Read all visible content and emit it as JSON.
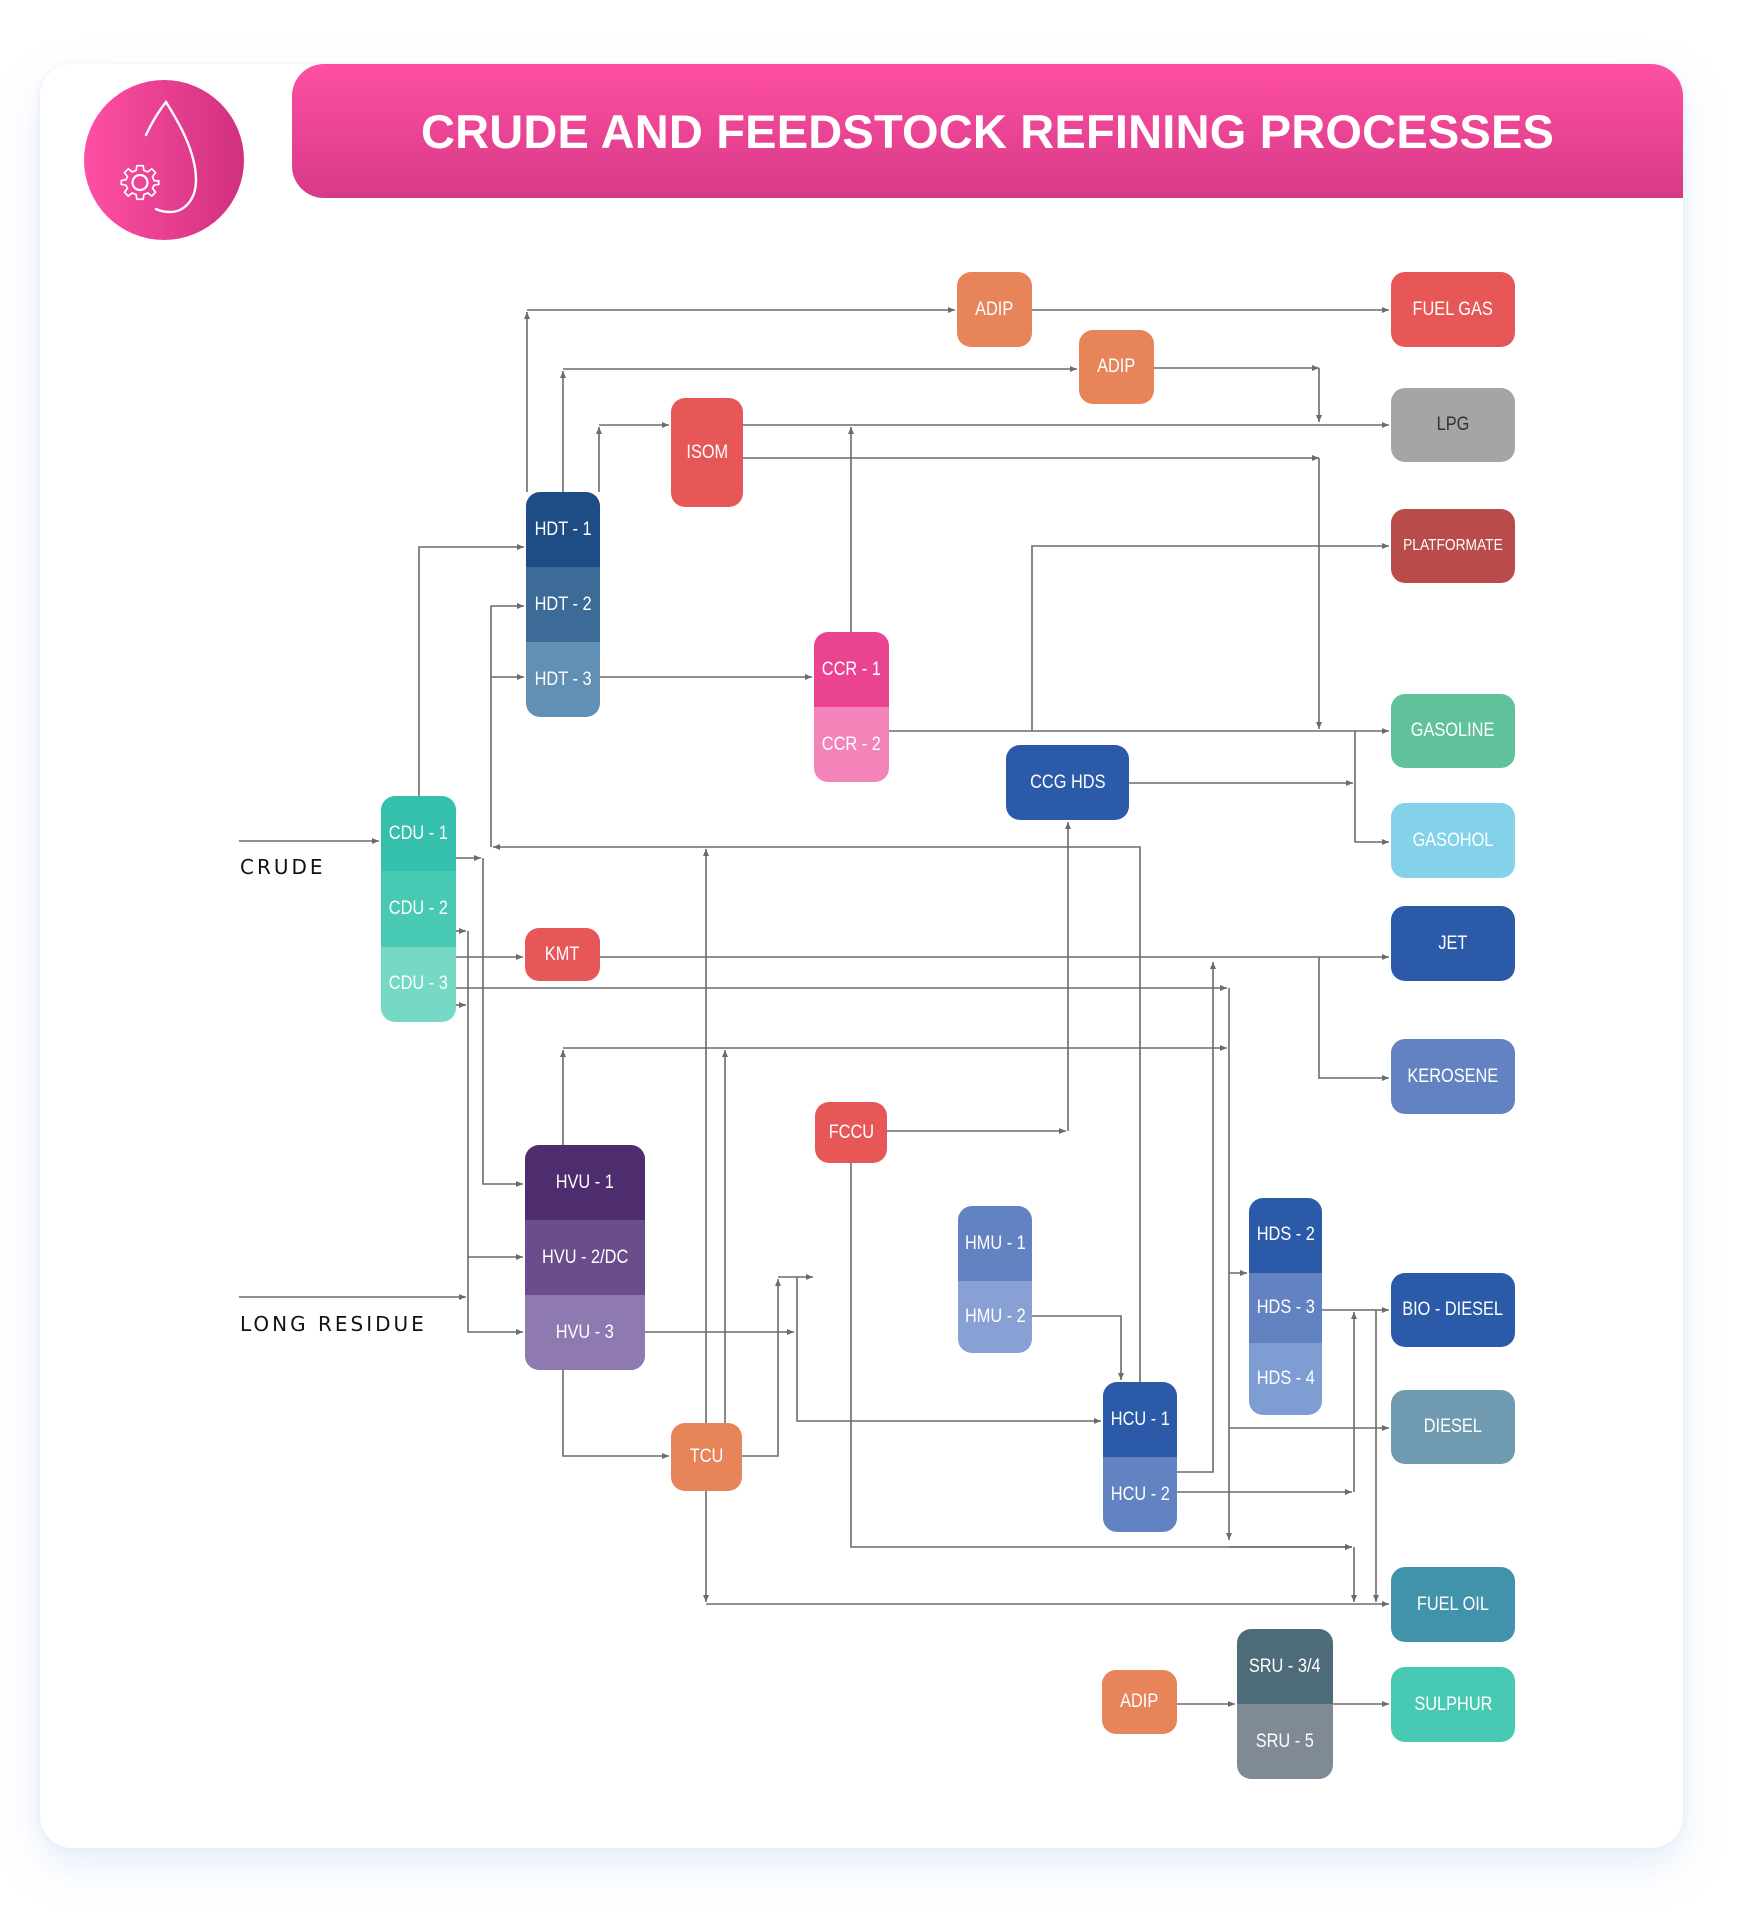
{
  "header": {
    "title": "CRUDE AND FEEDSTOCK REFINING PROCESSES",
    "logo_icon": "oil-drop-gear-icon",
    "gradient_top": "#ff4fa3",
    "gradient_bottom": "#d63a86"
  },
  "feeds": [
    {
      "id": "crude",
      "label": "CRUDE"
    },
    {
      "id": "long-residue",
      "label": "LONG RESIDUE"
    }
  ],
  "units": [
    {
      "id": "cdu",
      "segments": [
        {
          "label": "CDU - 1",
          "color": "#35bfad"
        },
        {
          "label": "CDU - 2",
          "color": "#48c9b3"
        },
        {
          "label": "CDU - 3",
          "color": "#76d9c6"
        }
      ]
    },
    {
      "id": "hdt",
      "segments": [
        {
          "label": "HDT - 1",
          "color": "#1e4d85"
        },
        {
          "label": "HDT - 2",
          "color": "#3c6b98"
        },
        {
          "label": "HDT - 3",
          "color": "#6190b4"
        }
      ]
    },
    {
      "id": "isom",
      "segments": [
        {
          "label": "ISOM",
          "color": "#e85757"
        }
      ]
    },
    {
      "id": "adip-1",
      "segments": [
        {
          "label": "ADIP",
          "color": "#e8845a"
        }
      ]
    },
    {
      "id": "adip-2",
      "segments": [
        {
          "label": "ADIP",
          "color": "#e8845a"
        }
      ]
    },
    {
      "id": "ccr",
      "segments": [
        {
          "label": "CCR - 1",
          "color": "#ea4490"
        },
        {
          "label": "CCR - 2",
          "color": "#f384b9"
        }
      ]
    },
    {
      "id": "ccg-hds",
      "segments": [
        {
          "label": "CCG HDS",
          "color": "#2b5ba8"
        }
      ]
    },
    {
      "id": "kmt",
      "segments": [
        {
          "label": "KMT",
          "color": "#e85757"
        }
      ]
    },
    {
      "id": "fccu",
      "segments": [
        {
          "label": "FCCU",
          "color": "#e85757"
        }
      ]
    },
    {
      "id": "hvu",
      "segments": [
        {
          "label": "HVU - 1",
          "color": "#4e2d6e"
        },
        {
          "label": "HVU - 2/DC",
          "color": "#6a4e8c"
        },
        {
          "label": "HVU - 3",
          "color": "#8e79b0"
        }
      ]
    },
    {
      "id": "tcu",
      "segments": [
        {
          "label": "TCU",
          "color": "#e8845a"
        }
      ]
    },
    {
      "id": "hmu",
      "segments": [
        {
          "label": "HMU - 1",
          "color": "#6282c2"
        },
        {
          "label": "HMU - 2",
          "color": "#88a0d3"
        }
      ]
    },
    {
      "id": "hcu",
      "segments": [
        {
          "label": "HCU - 1",
          "color": "#2b5ba8"
        },
        {
          "label": "HCU - 2",
          "color": "#6282c2"
        }
      ]
    },
    {
      "id": "hds",
      "segments": [
        {
          "label": "HDS - 2",
          "color": "#2b5ba8"
        },
        {
          "label": "HDS - 3",
          "color": "#6282c2"
        },
        {
          "label": "HDS - 4",
          "color": "#7e9ed3"
        }
      ]
    },
    {
      "id": "adip-3",
      "segments": [
        {
          "label": "ADIP",
          "color": "#e8845a"
        }
      ]
    },
    {
      "id": "sru",
      "segments": [
        {
          "label": "SRU - 3/4",
          "color": "#4e6b7a"
        },
        {
          "label": "SRU - 5",
          "color": "#7f8a94"
        }
      ]
    }
  ],
  "products": [
    {
      "id": "fuel-gas",
      "label": "FUEL GAS",
      "color": "#e85757"
    },
    {
      "id": "lpg",
      "label": "LPG",
      "color": "#a5a5a5",
      "text_color": "#333333"
    },
    {
      "id": "platformate",
      "label": "PLATFORMATE",
      "color": "#b94b4b"
    },
    {
      "id": "gasoline",
      "label": "GASOLINE",
      "color": "#5fc29b"
    },
    {
      "id": "gasohol",
      "label": "GASOHOL",
      "color": "#84d2ea"
    },
    {
      "id": "jet",
      "label": "JET",
      "color": "#2b5ba8"
    },
    {
      "id": "kerosene",
      "label": "KEROSENE",
      "color": "#6282c2"
    },
    {
      "id": "bio-diesel",
      "label": "BIO - DIESEL",
      "color": "#2b5ba8"
    },
    {
      "id": "diesel",
      "label": "DIESEL",
      "color": "#6f9aaf"
    },
    {
      "id": "fuel-oil",
      "label": "FUEL OIL",
      "color": "#4093ab"
    },
    {
      "id": "sulphur",
      "label": "SULPHUR",
      "color": "#48c9b3"
    }
  ],
  "connector_color": "#6b6b6b"
}
